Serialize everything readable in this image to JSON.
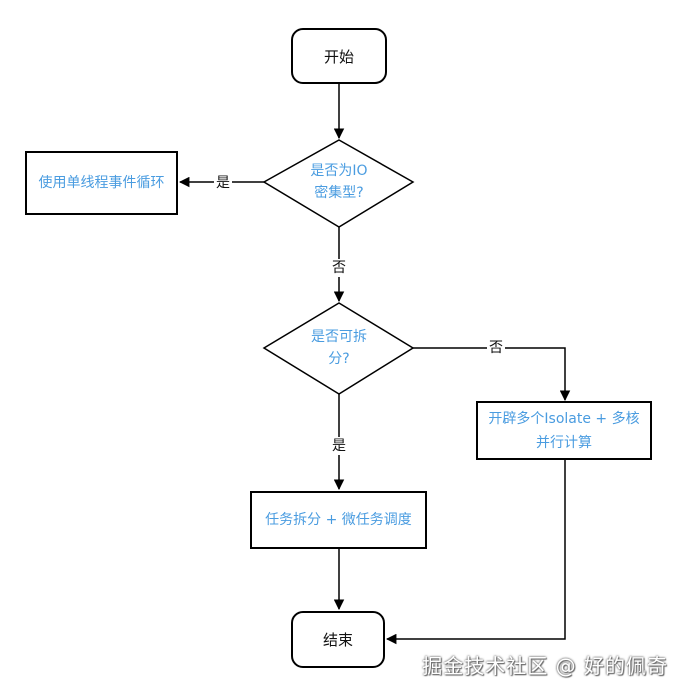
{
  "nodes": {
    "start": "开始",
    "is_io_decision_line1": "是否为IO",
    "is_io_decision_line2": "密集型?",
    "single_thread_event_loop": "使用单线程事件循环",
    "can_split_decision_line1": "是否可拆",
    "can_split_decision_line2": "分?",
    "split_microtask": "任务拆分 + 微任务调度",
    "isolate_multicore_line1": "开辟多个Isolate + 多核",
    "isolate_multicore_line2": "并行计算",
    "end": "结束"
  },
  "edge_labels": {
    "io_yes": "是",
    "io_no": "否",
    "split_yes": "是",
    "split_no": "否"
  },
  "watermark": "掘金技术社区 @ 好的佩奇",
  "colors": {
    "node_text_accent": "#4a9ce0",
    "stroke": "#000000"
  }
}
